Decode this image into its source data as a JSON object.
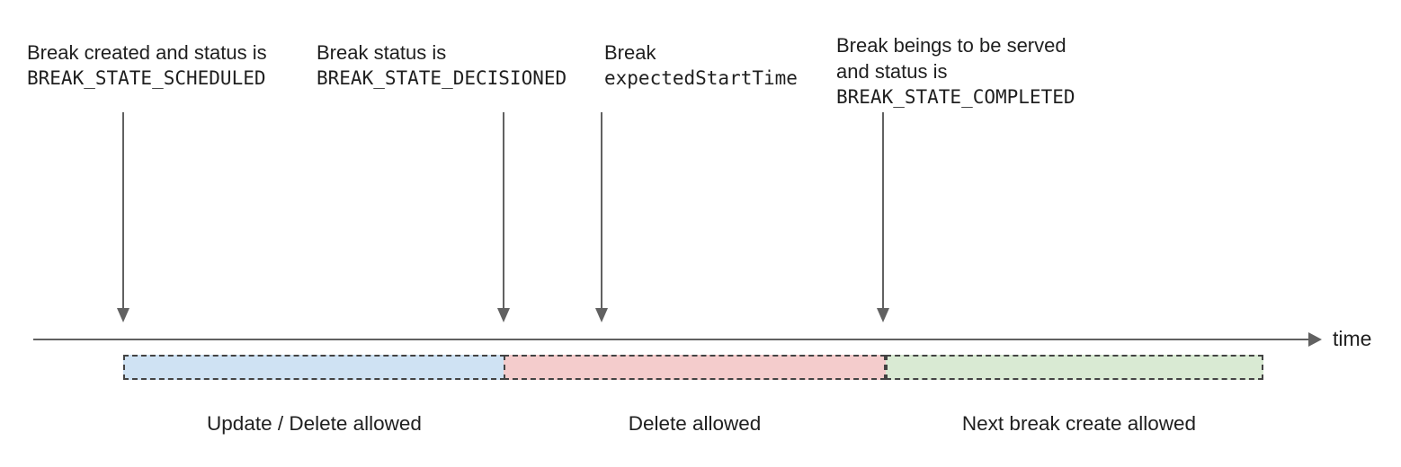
{
  "diagram": {
    "annotations": [
      {
        "lines": [
          "Break created and status is"
        ],
        "code": "BREAK_STATE_SCHEDULED"
      },
      {
        "lines": [
          "Break status is"
        ],
        "code": "BREAK_STATE_DECISIONED"
      },
      {
        "lines": [
          "Break"
        ],
        "code": "expectedStartTime"
      },
      {
        "lines": [
          "Break beings to be served",
          "and status is"
        ],
        "code": "BREAK_STATE_COMPLETED"
      }
    ],
    "axis": {
      "label": "time"
    },
    "segments": [
      {
        "label": "Update / Delete allowed",
        "color": "#cfe2f3"
      },
      {
        "label": "Delete allowed",
        "color": "#f4cccc"
      },
      {
        "label": "Next break create allowed",
        "color": "#d9ead3"
      }
    ],
    "icons": {
      "annotation_pointer": "down-arrow-icon",
      "axis_arrowhead": "right-arrowhead-icon"
    },
    "colors": {
      "segment_blue": "#cfe2f3",
      "segment_red": "#f4cccc",
      "segment_green": "#d9ead3",
      "dashed_border": "#434343",
      "line_gray": "#616161",
      "text": "#1f1f1f"
    }
  }
}
